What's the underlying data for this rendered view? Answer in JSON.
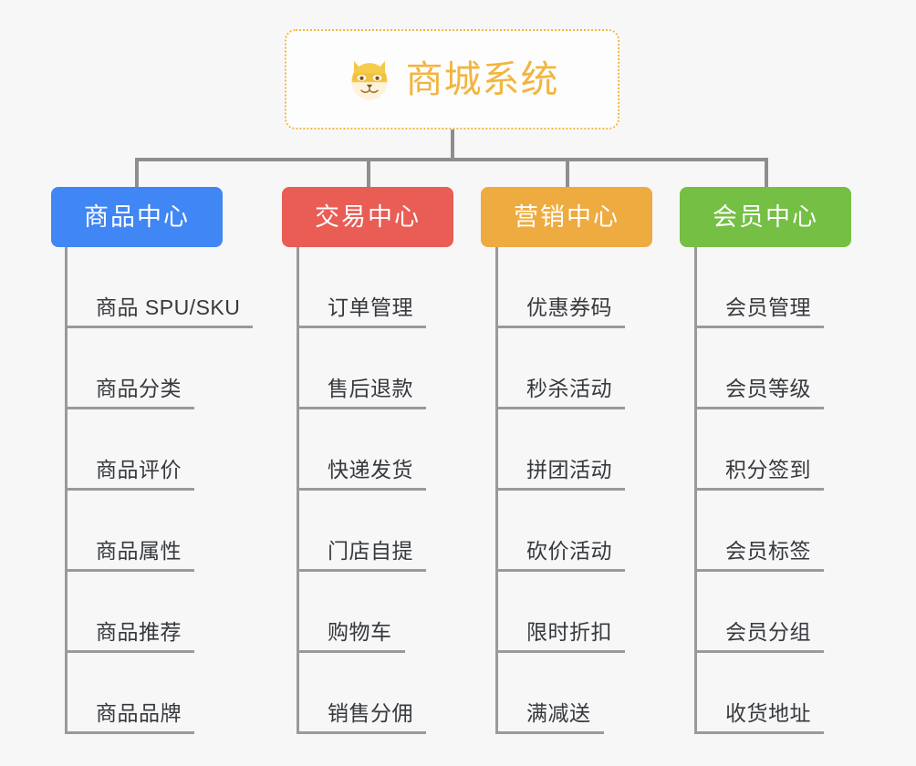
{
  "root": {
    "title": "商城系统",
    "icon": "shiba-dog-icon",
    "border_color": "#f0b849",
    "text_color": "#f2b540"
  },
  "connector_color": "#8e8e8e",
  "background_color": "#f7f7f7",
  "branches": [
    {
      "label": "商品中心",
      "color": "#4086f4",
      "items": [
        "商品 SPU/SKU",
        "商品分类",
        "商品评价",
        "商品属性",
        "商品推荐",
        "商品品牌"
      ]
    },
    {
      "label": "交易中心",
      "color": "#e95d55",
      "items": [
        "订单管理",
        "售后退款",
        "快递发货",
        "门店自提",
        "购物车",
        "销售分佣"
      ]
    },
    {
      "label": "营销中心",
      "color": "#eeab40",
      "items": [
        "优惠券码",
        "秒杀活动",
        "拼团活动",
        "砍价活动",
        "限时折扣",
        "满减送"
      ]
    },
    {
      "label": "会员中心",
      "color": "#74bf44",
      "items": [
        "会员管理",
        "会员等级",
        "积分签到",
        "会员标签",
        "会员分组",
        "收货地址"
      ]
    }
  ]
}
